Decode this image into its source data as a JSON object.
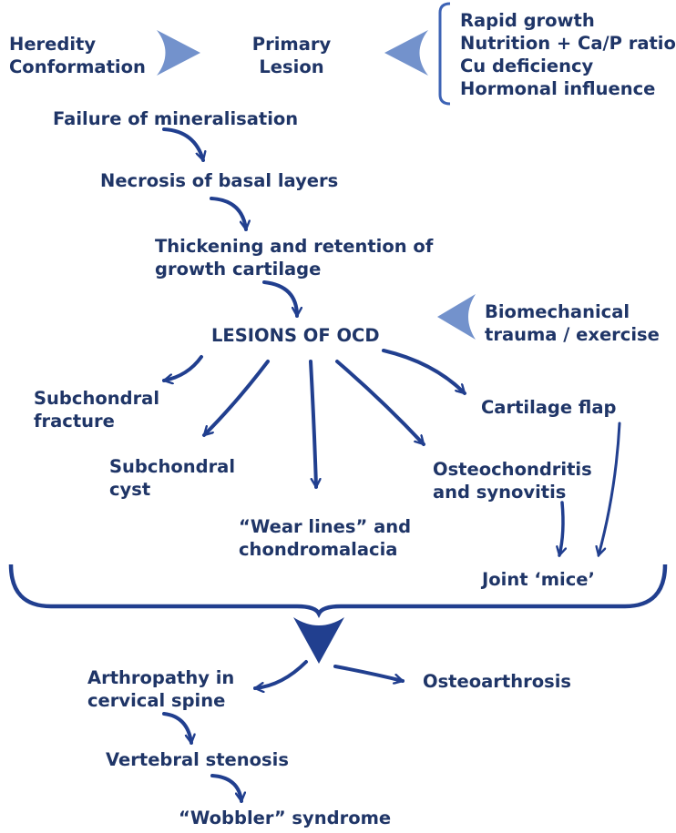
{
  "colors": {
    "text": "#1f3567",
    "arrow": "#213f8f",
    "chevron": "#7392cc"
  },
  "nodes": {
    "heredity": "Heredity",
    "conformation": "Conformation",
    "primary_1": "Primary",
    "primary_2": "Lesion",
    "factors": [
      "Rapid growth",
      "Nutrition + Ca/P ratio",
      "Cu deficiency",
      "Hormonal influence"
    ],
    "failure": "Failure of mineralisation",
    "necrosis": "Necrosis of basal layers",
    "thickening_1": "Thickening and retention of",
    "thickening_2": "growth cartilage",
    "lesions": "LESIONS OF OCD",
    "biomech_1": "Biomechanical",
    "biomech_2": "trauma / exercise",
    "subfrac_1": "Subchondral",
    "subfrac_2": "fracture",
    "subcyst_1": "Subchondral",
    "subcyst_2": "cyst",
    "wear_1": "“Wear lines” and",
    "wear_2": "chondromalacia",
    "osteo_1": "Osteochondritis",
    "osteo_2": "and synovitis",
    "flap": "Cartilage flap",
    "mice": "Joint ‘mice’",
    "arthro_1": "Arthropathy in",
    "arthro_2": "cervical spine",
    "osteoarthrosis": "Osteoarthrosis",
    "stenosis": "Vertebral stenosis",
    "wobbler": "“Wobbler” syndrome"
  }
}
